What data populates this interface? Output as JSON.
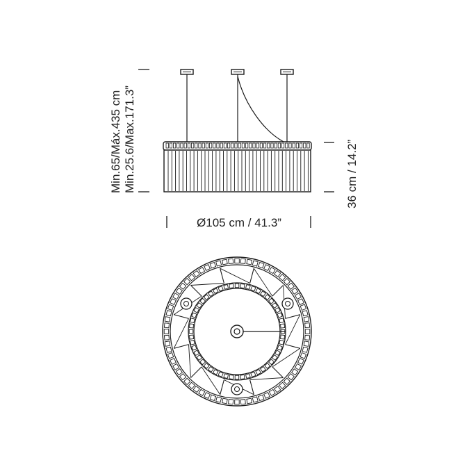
{
  "dimensions": {
    "height_range_metric": "Min.65/Máx.435 cm",
    "height_range_imperial": "Min.25.6/Max.171.3”",
    "shade_height": "36 cm / 14.2”",
    "diameter": "Ø105 cm / 41.3”"
  },
  "views": [
    "side-elevation",
    "bottom-plan"
  ],
  "colors": {
    "line": "#1a1a1a",
    "background": "#ffffff"
  }
}
